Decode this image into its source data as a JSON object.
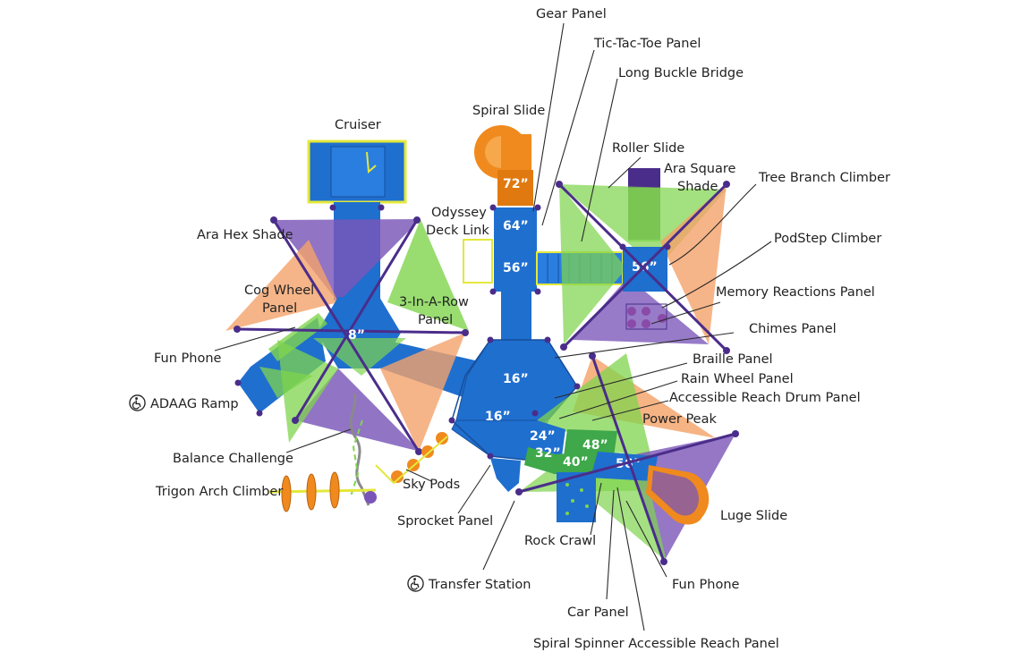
{
  "colors": {
    "deck": "#1f6fcf",
    "deck_dark": "#174f9c",
    "post": "#4a2d8a",
    "shade_purple": "#7a55b8",
    "shade_green": "#7fd44e",
    "shade_orange": "#f4a36a",
    "slide": "#f08a1e",
    "rail": "#e4e83a",
    "label": "#222222"
  },
  "icons": {
    "accessibility": "wheelchair-icon"
  },
  "heights": {
    "h72": "72”",
    "h64": "64”",
    "h56a": "56”",
    "h56b": "56”",
    "h8": "8”",
    "h16a": "16”",
    "h16b": "16”",
    "h24": "24”",
    "h32": "32”",
    "h40": "40”",
    "h48": "48”",
    "h56c": "56”"
  },
  "labels": {
    "gear_panel": "Gear Panel",
    "tic_tac_toe_panel": "Tic-Tac-Toe Panel",
    "long_buckle_bridge": "Long Buckle Bridge",
    "spiral_slide": "Spiral Slide",
    "cruiser": "Cruiser",
    "roller_slide": "Roller Slide",
    "ara_square_shade_1": "Ara Square",
    "ara_square_shade_2": "Shade",
    "tree_branch_climber": "Tree Branch Climber",
    "odyssey_deck_link_1": "Odyssey",
    "odyssey_deck_link_2": "Deck Link",
    "podstep_climber": "PodStep Climber",
    "ara_hex_shade": "Ara Hex Shade",
    "cog_wheel_panel_1": "Cog Wheel",
    "cog_wheel_panel_2": "Panel",
    "three_in_a_row_panel_1": "3-In-A-Row",
    "three_in_a_row_panel_2": "Panel",
    "memory_reactions_panel": "Memory Reactions Panel",
    "chimes_panel": "Chimes Panel",
    "fun_phone_left": "Fun Phone",
    "braille_panel": "Braille Panel",
    "rain_wheel_panel": "Rain Wheel Panel",
    "accessible_reach_drum_panel": "Accessible Reach Drum Panel",
    "adaag_ramp": "ADAAG Ramp",
    "power_peak": "Power Peak",
    "balance_challenge": "Balance Challenge",
    "sky_pods": "Sky Pods",
    "trigon_arch_climber": "Trigon Arch Climber",
    "luge_slide": "Luge Slide",
    "sprocket_panel": "Sprocket Panel",
    "rock_crawl": "Rock Crawl",
    "fun_phone_right": "Fun Phone",
    "transfer_station": "Transfer Station",
    "car_panel": "Car Panel",
    "spiral_spinner_panel": "Spiral Spinner Accessible Reach Panel"
  }
}
